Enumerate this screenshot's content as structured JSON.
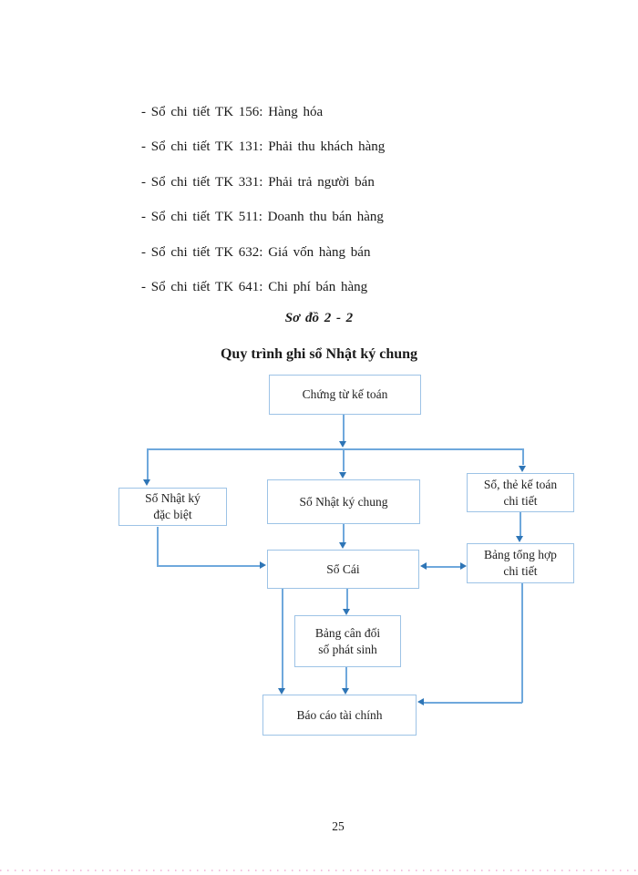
{
  "page": {
    "number": "25"
  },
  "list": {
    "items": [
      "- Sổ chi tiết TK 156: Hàng hóa",
      "- Sổ chi tiết TK 131: Phải thu khách hàng",
      "- Sổ chi tiết TK 331: Phải trả người bán",
      "- Sổ chi tiết TK 511: Doanh thu bán hàng",
      "- Sổ chi tiết TK 632: Giá vốn hàng bán",
      "- Sổ chi tiết TK 641: Chi phí bán hàng"
    ]
  },
  "diagram": {
    "caption": "Sơ đồ 2 - 2",
    "title": "Quy trình ghi sổ Nhật ký chung",
    "nodes": [
      {
        "id": "chung-tu-ke-toan",
        "label": "Chứng từ kế toán"
      },
      {
        "id": "so-nhat-ky-dac-biet",
        "label": "Sổ Nhật ký\nđặc biệt"
      },
      {
        "id": "so-nhat-ky-chung",
        "label": "Sổ Nhật ký chung"
      },
      {
        "id": "so-the-ke-toan-chi-tiet",
        "label": "Sổ, thẻ kế toán\nchi tiết"
      },
      {
        "id": "so-cai",
        "label": "Sổ Cái"
      },
      {
        "id": "bang-tong-hop-chi-tiet",
        "label": "Bảng tổng hợp\nchi tiết"
      },
      {
        "id": "bang-can-doi-so-phat-sinh",
        "label": "Bảng cân đối\nsố phát sinh"
      },
      {
        "id": "bao-cao-tai-chinh",
        "label": "Báo cáo tài chính"
      }
    ],
    "colors": {
      "box_border": "#9dc3e6",
      "connector_line": "#6fa8dc",
      "arrowhead": "#2e75b6",
      "text": "#1a1a1a"
    }
  }
}
